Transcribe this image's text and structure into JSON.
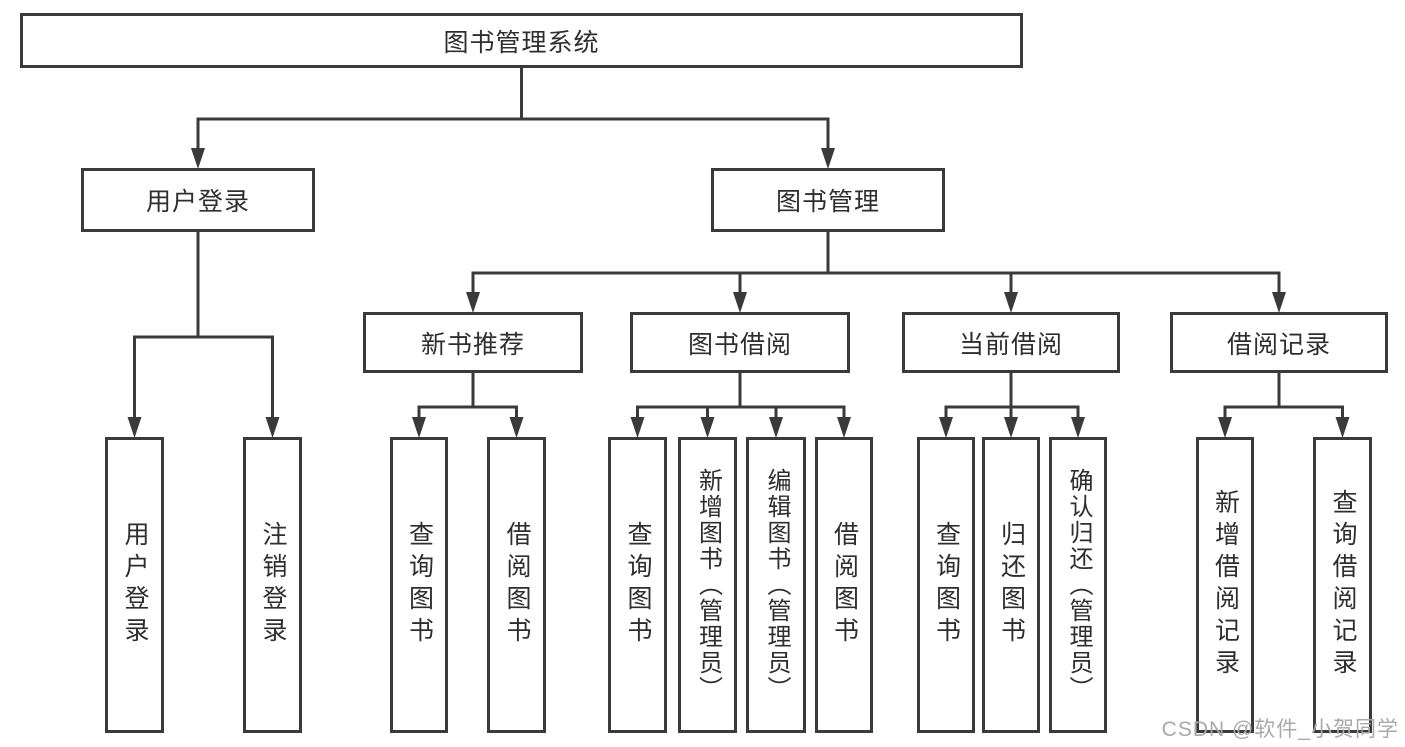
{
  "diagram": {
    "root_label": "图书管理系统",
    "nodes": [
      {
        "id": "root",
        "label": "图书管理系统",
        "parent": null
      },
      {
        "id": "user-login",
        "label": "用户登录",
        "parent": "root"
      },
      {
        "id": "book-mgmt",
        "label": "图书管理",
        "parent": "root"
      },
      {
        "id": "new-book-rec",
        "label": "新书推荐",
        "parent": "book-mgmt"
      },
      {
        "id": "book-borrow",
        "label": "图书借阅",
        "parent": "book-mgmt"
      },
      {
        "id": "current-borrow",
        "label": "当前借阅",
        "parent": "book-mgmt"
      },
      {
        "id": "borrow-records",
        "label": "借阅记录",
        "parent": "book-mgmt"
      },
      {
        "id": "login",
        "label": "用户登录",
        "parent": "user-login"
      },
      {
        "id": "logout",
        "label": "注销登录",
        "parent": "user-login"
      },
      {
        "id": "query-books-new",
        "label": "查询图书",
        "parent": "new-book-rec"
      },
      {
        "id": "borrow-books-new",
        "label": "借阅图书",
        "parent": "new-book-rec"
      },
      {
        "id": "query-books-borrow",
        "label": "查询图书",
        "parent": "book-borrow"
      },
      {
        "id": "add-books-admin",
        "label": "新增图书（管理员）",
        "parent": "book-borrow"
      },
      {
        "id": "edit-books-admin",
        "label": "编辑图书（管理员）",
        "parent": "book-borrow"
      },
      {
        "id": "borrow-books",
        "label": "借阅图书",
        "parent": "book-borrow"
      },
      {
        "id": "query-books-current",
        "label": "查询图书",
        "parent": "current-borrow"
      },
      {
        "id": "return-books",
        "label": "归还图书",
        "parent": "current-borrow"
      },
      {
        "id": "confirm-return-admin",
        "label": "确认归还（管理员）",
        "parent": "current-borrow"
      },
      {
        "id": "add-borrow-record",
        "label": "新增借阅记录",
        "parent": "borrow-records"
      },
      {
        "id": "query-borrow-record",
        "label": "查询借阅记录",
        "parent": "borrow-records"
      }
    ],
    "watermark": "CSDN @软件_小贺同学",
    "colors": {
      "line": "#3a3a3a",
      "text": "#2e2e2e",
      "background": "#ffffff",
      "watermark": "#a9a9a9"
    }
  }
}
